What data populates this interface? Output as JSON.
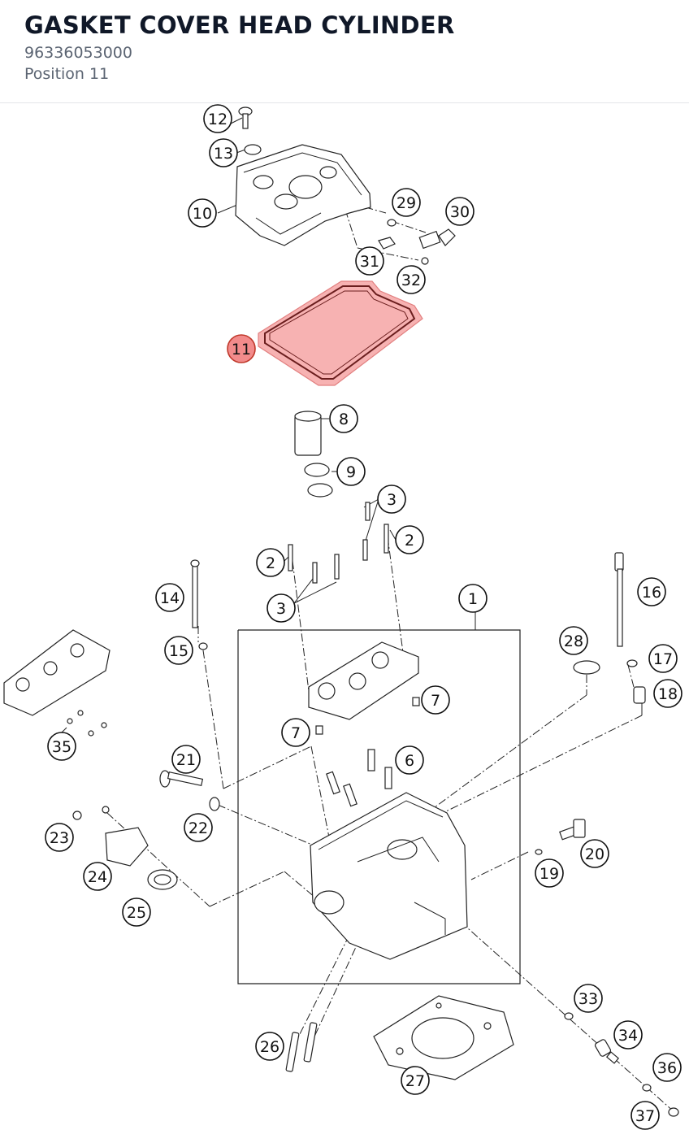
{
  "header": {
    "title": "GASKET COVER HEAD CYLINDER",
    "part_number": "96336053000",
    "position": "Position 11"
  },
  "highlight_color": "#f28b8b",
  "callouts": [
    {
      "id": "c12",
      "label": "12"
    },
    {
      "id": "c13",
      "label": "13"
    },
    {
      "id": "c10",
      "label": "10"
    },
    {
      "id": "c29",
      "label": "29"
    },
    {
      "id": "c30",
      "label": "30"
    },
    {
      "id": "c31",
      "label": "31"
    },
    {
      "id": "c32",
      "label": "32"
    },
    {
      "id": "c11",
      "label": "11",
      "highlight": true
    },
    {
      "id": "c8",
      "label": "8"
    },
    {
      "id": "c9",
      "label": "9"
    },
    {
      "id": "c3a",
      "label": "3"
    },
    {
      "id": "c2a",
      "label": "2"
    },
    {
      "id": "c2b",
      "label": "2"
    },
    {
      "id": "c3b",
      "label": "3"
    },
    {
      "id": "c14",
      "label": "14"
    },
    {
      "id": "c1",
      "label": "1"
    },
    {
      "id": "c16",
      "label": "16"
    },
    {
      "id": "c28",
      "label": "28"
    },
    {
      "id": "c15",
      "label": "15"
    },
    {
      "id": "c17",
      "label": "17"
    },
    {
      "id": "c18",
      "label": "18"
    },
    {
      "id": "c7a",
      "label": "7"
    },
    {
      "id": "c7b",
      "label": "7"
    },
    {
      "id": "c35",
      "label": "35"
    },
    {
      "id": "c21",
      "label": "21"
    },
    {
      "id": "c6",
      "label": "6"
    },
    {
      "id": "c22",
      "label": "22"
    },
    {
      "id": "c23",
      "label": "23"
    },
    {
      "id": "c20",
      "label": "20"
    },
    {
      "id": "c24",
      "label": "24"
    },
    {
      "id": "c19",
      "label": "19"
    },
    {
      "id": "c25",
      "label": "25"
    },
    {
      "id": "c33",
      "label": "33"
    },
    {
      "id": "c26",
      "label": "26"
    },
    {
      "id": "c34",
      "label": "34"
    },
    {
      "id": "c27",
      "label": "27"
    },
    {
      "id": "c36",
      "label": "36"
    },
    {
      "id": "c37",
      "label": "37"
    }
  ]
}
